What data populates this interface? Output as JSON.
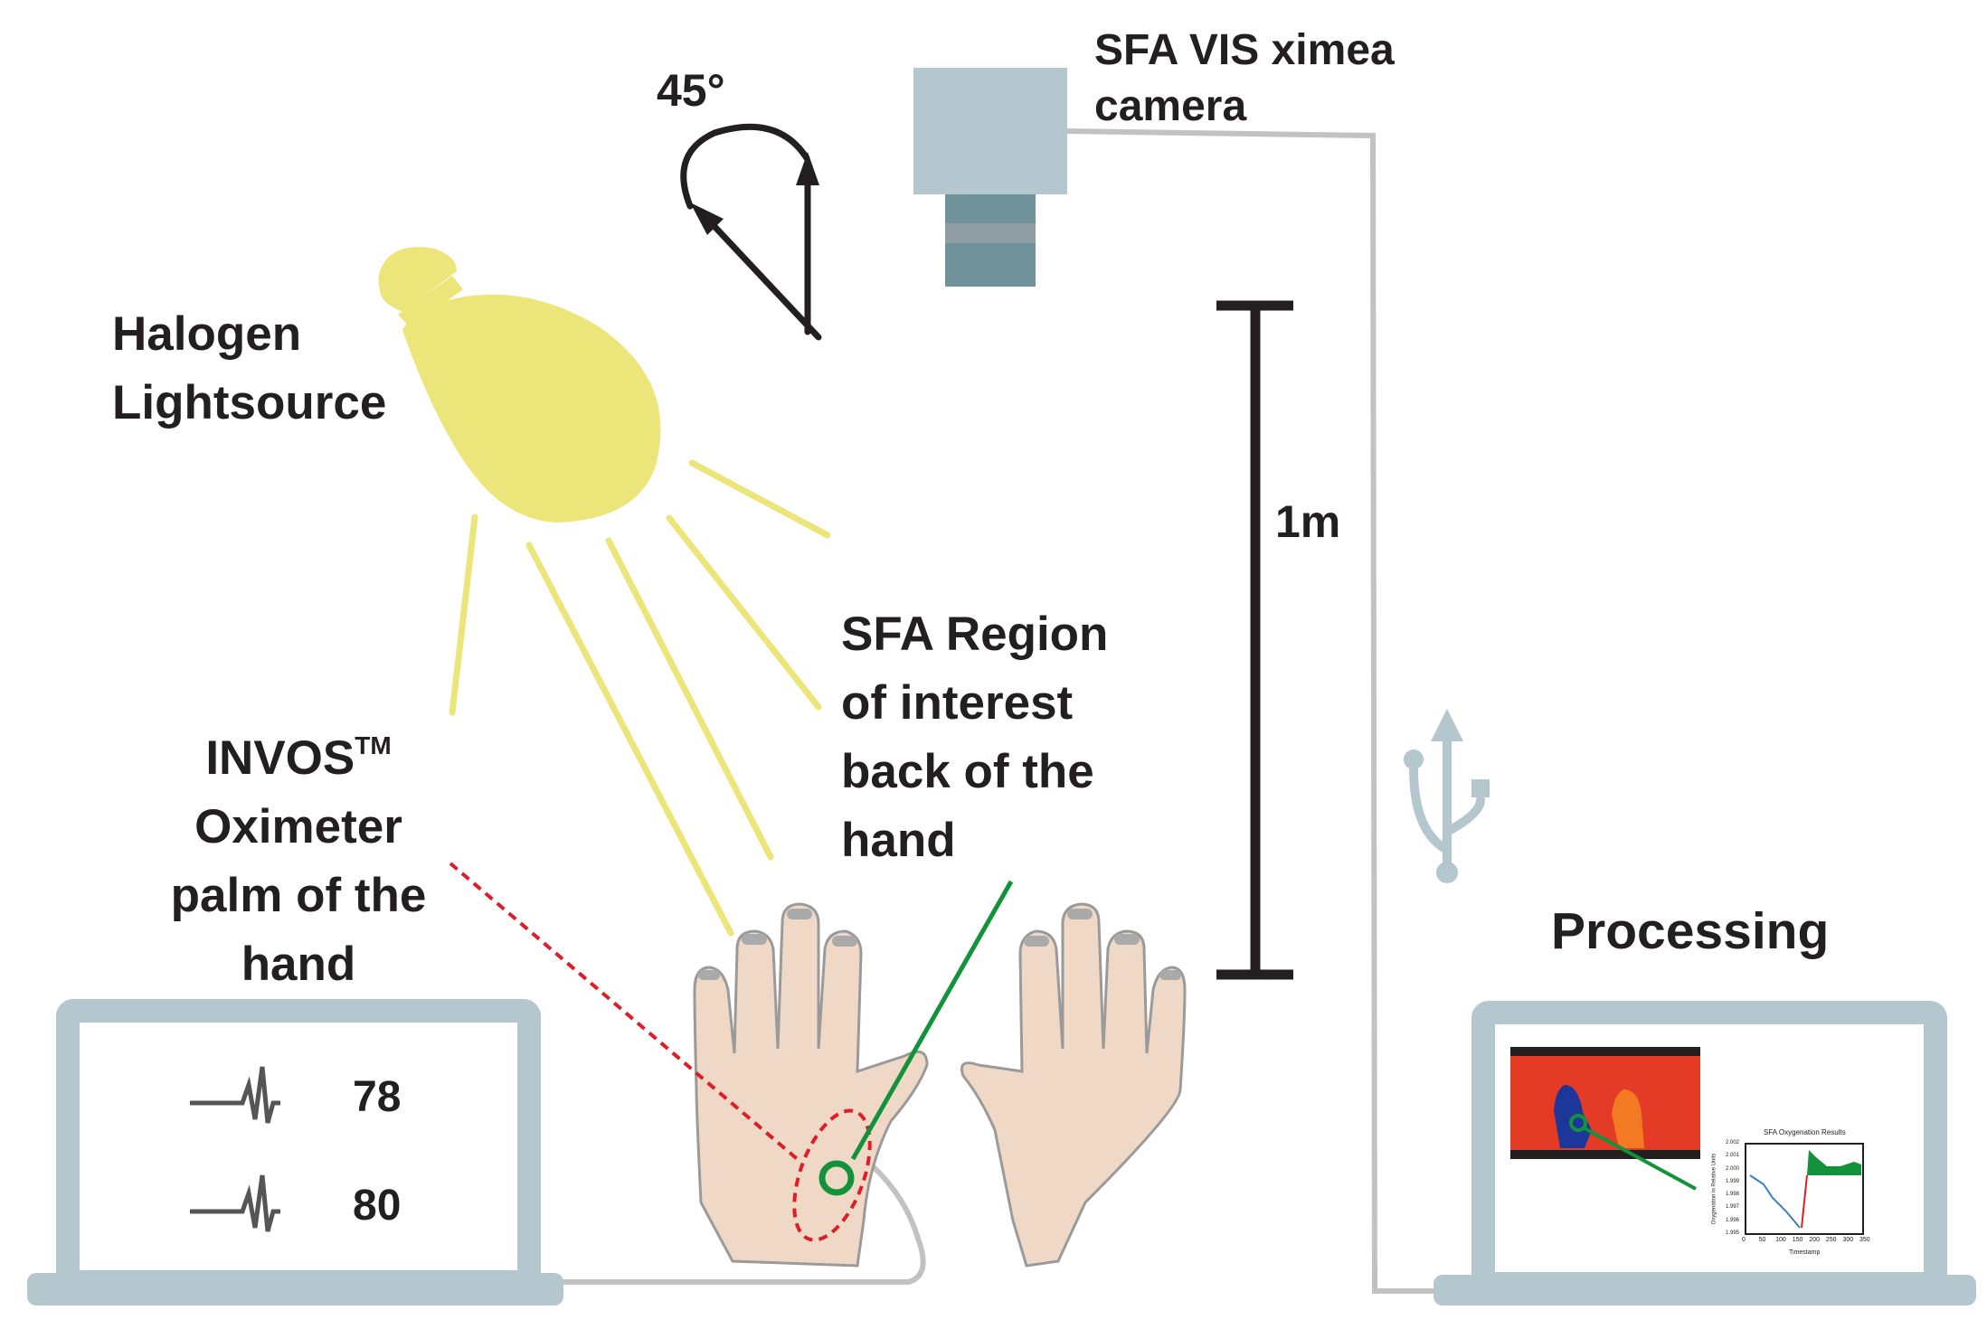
{
  "angle_label": "45°",
  "camera": {
    "line1": "SFA VIS ximea",
    "line2": "camera"
  },
  "lightsource": {
    "line1": "Halogen",
    "line2": "Lightsource"
  },
  "distance_label": "1m",
  "invos": {
    "line1": "INVOS",
    "trademark": "TM",
    "line2": "Oximeter",
    "line3": "palm of the",
    "line4": "hand"
  },
  "sfa_region": {
    "line1": "SFA Region",
    "line2": "of interest",
    "line3": "back of the",
    "line4": "hand"
  },
  "processing_label": "Processing",
  "readings": [
    "78",
    "80"
  ],
  "mini_plot": {
    "title": "SFA Oxygenation Results",
    "xlabel": "Timestamp",
    "ylabel": "Oxygenation in Relative Units",
    "xticks": [
      "0",
      "50",
      "100",
      "150",
      "200",
      "250",
      "300",
      "350"
    ],
    "yticks": [
      "2.002",
      "2.001",
      "2.000",
      "1.999",
      "1.998",
      "1.997",
      "1.996",
      "1.995"
    ]
  },
  "colors": {
    "dark": "#231f20",
    "bulb": "#ebe57a",
    "device": "#b4c7cf",
    "lens": "#6f929b",
    "cable": "#c2c2c2",
    "skin": "#efd9c6",
    "green": "#13923c",
    "red": "#dd1e26",
    "usb": "#b4c7cf"
  }
}
